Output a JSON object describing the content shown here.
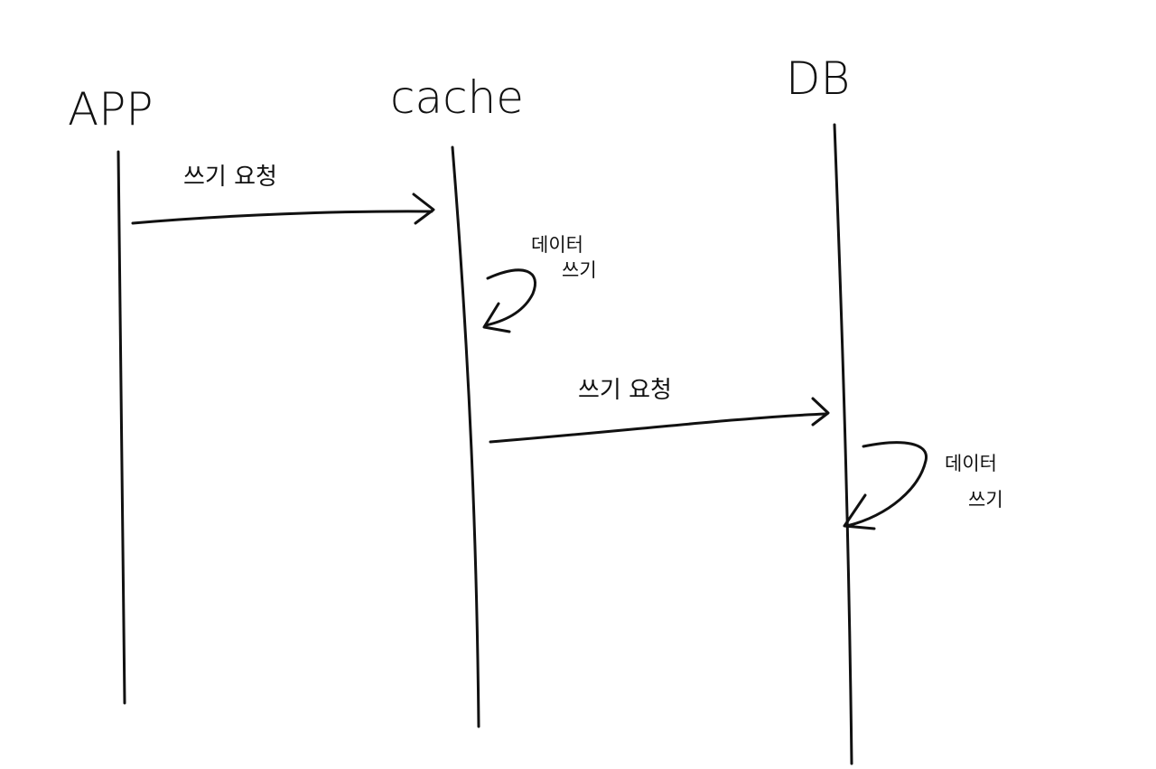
{
  "participants": [
    {
      "id": "app",
      "label": "APP"
    },
    {
      "id": "cache",
      "label": "cache"
    },
    {
      "id": "db",
      "label": "DB"
    }
  ],
  "messages": [
    {
      "from": "app",
      "to": "cache",
      "label": "쓰기 요청"
    },
    {
      "from": "cache",
      "to": "db",
      "label": "쓰기 요청"
    }
  ],
  "self_notes": [
    {
      "on": "cache",
      "lines": [
        "데이터",
        "쓰기"
      ]
    },
    {
      "on": "db",
      "lines": [
        "데이터",
        "쓰기"
      ]
    }
  ],
  "colors": {
    "ink": "#111111",
    "background": "#ffffff"
  }
}
